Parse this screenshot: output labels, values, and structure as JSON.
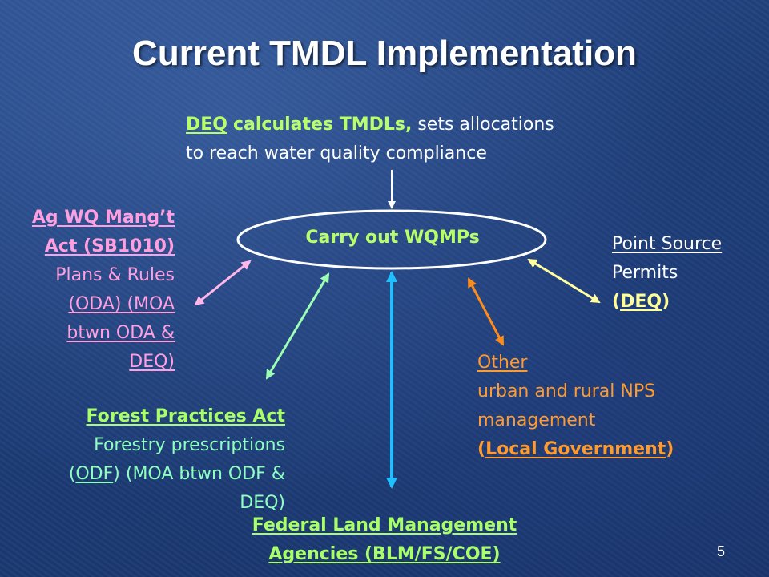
{
  "slide": {
    "title": "Current TMDL Implementation",
    "page_number": "5"
  },
  "diagram": {
    "center": {
      "label": "Carry out WQMPs"
    },
    "deq": {
      "agency": "DEQ",
      "action": "calculates TMDLs,",
      "line1_rest": "sets allocations",
      "line2": "to reach water quality compliance"
    },
    "ag": {
      "line1": "Ag WQ Mang’t",
      "line2": "Act (SB1010)",
      "line3": "Plans & Rules",
      "line4": "(ODA) (MOA",
      "line5": "btwn ODA &",
      "line6": "DEQ)"
    },
    "forest": {
      "line1": "Forest Practices Act",
      "line2": "Forestry prescriptions",
      "line3_odf": "ODF",
      "line3_rest": " (MOA btwn ODF &",
      "line4": "DEQ)"
    },
    "other": {
      "line1": "Other",
      "line2": "urban and rural NPS",
      "line3": "management",
      "line4": "Local Government"
    },
    "point": {
      "line1": "Point Source",
      "line2": "Permits",
      "line3": "DEQ"
    },
    "federal": {
      "line1": "Federal Land Management",
      "line2": "Agencies (BLM/FS/COE)"
    },
    "colors": {
      "ellipse": "#ffffff",
      "arrow_deq": "#ffffff",
      "arrow_ag": "#ffb6e8",
      "arrow_forest": "#9dffb4",
      "arrow_federal": "#1ec0ff",
      "arrow_other": "#ff8c1a",
      "arrow_point": "#ffffa0"
    }
  }
}
